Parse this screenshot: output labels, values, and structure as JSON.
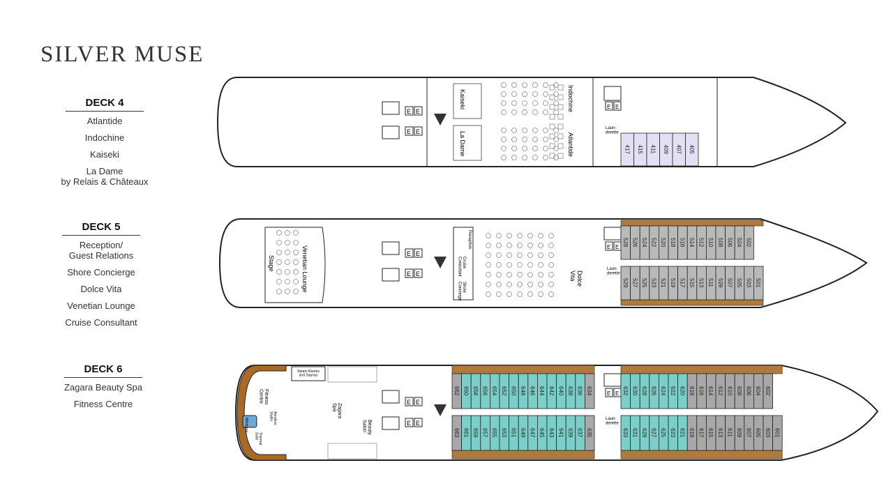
{
  "page_title": "SILVER MUSE",
  "colors": {
    "outline": "#222222",
    "suite_lavender": "#e2e0f2",
    "suite_brown": "#b07a3e",
    "suite_gray": "#a8a8a8",
    "suite_teal": "#7ccfc8",
    "fixture_gray": "#c8c8c8"
  },
  "decks": [
    {
      "name": "DECK 4",
      "items": [
        "Atlantide",
        "Indochine",
        "Kaiseki",
        "La Dame\nby Relais & Châteaux"
      ],
      "plan_labels": {
        "kaiseki": "Kaiseki",
        "la_dame": "La Dame",
        "indochine": "Indochine",
        "atlantide": "Atlantide",
        "launderette": "Laun-\nderette",
        "elevator": "E"
      },
      "suites": [
        "417",
        "415",
        "411",
        "409",
        "407",
        "405"
      ]
    },
    {
      "name": "DECK 5",
      "items": [
        "Reception/\nGuest Relations",
        "Shore Concierge",
        "Dolce Vita",
        "Venetian Lounge",
        "Cruise Consultant"
      ],
      "plan_labels": {
        "stage": "Stage",
        "venetian_lounge": "Venetian Lounge",
        "reception": "Reception",
        "cruise_consultant": "Cruise\nConsultant",
        "shore_concierge": "Shore\nConcierge",
        "dolce_vita": "Dolce\nVita",
        "launderette": "Laun-\nderette",
        "elevator": "E"
      },
      "suites_top": [
        "528",
        "526",
        "524",
        "522",
        "520",
        "518",
        "516",
        "514",
        "512",
        "510",
        "508",
        "506",
        "504",
        "502"
      ],
      "suites_bottom": [
        "529",
        "527",
        "525",
        "523",
        "521",
        "519",
        "517",
        "515",
        "513",
        "511",
        "509",
        "507",
        "505",
        "503",
        "501"
      ]
    },
    {
      "name": "DECK 6",
      "items": [
        "Zagara Beauty Spa",
        "Fitness Centre"
      ],
      "plan_labels": {
        "fitness_centre": "Fitness\nCentre",
        "whirlpool": "Whirlpool",
        "thermal_suite": "Thermal\nSuite",
        "aerobics_studio": "Aerobics\nStudio",
        "steam_rooms": "Steam Rooms\nand Saunas",
        "zagara_spa": "Zagara\nSpa",
        "beauty_salon": "Beauty\nSalon",
        "launderette": "Laun-\nderette",
        "elevator": "E"
      },
      "suites_top_aft": [
        "662",
        "660",
        "658",
        "656",
        "654",
        "652",
        "650",
        "648",
        "646",
        "644",
        "642",
        "640",
        "638",
        "636",
        "634"
      ],
      "suites_bottom_aft": [
        "663",
        "661",
        "659",
        "657",
        "655",
        "653",
        "651",
        "649",
        "647",
        "645",
        "643",
        "641",
        "639",
        "637",
        "635"
      ],
      "suites_top_fwd": [
        "632",
        "630",
        "628",
        "626",
        "624",
        "622",
        "620",
        "618",
        "616",
        "614",
        "612",
        "610",
        "608",
        "606",
        "604",
        "602"
      ],
      "suites_bottom_fwd": [
        "633",
        "631",
        "629",
        "627",
        "625",
        "623",
        "621",
        "619",
        "617",
        "615",
        "613",
        "611",
        "609",
        "607",
        "605",
        "603",
        "601"
      ]
    }
  ]
}
